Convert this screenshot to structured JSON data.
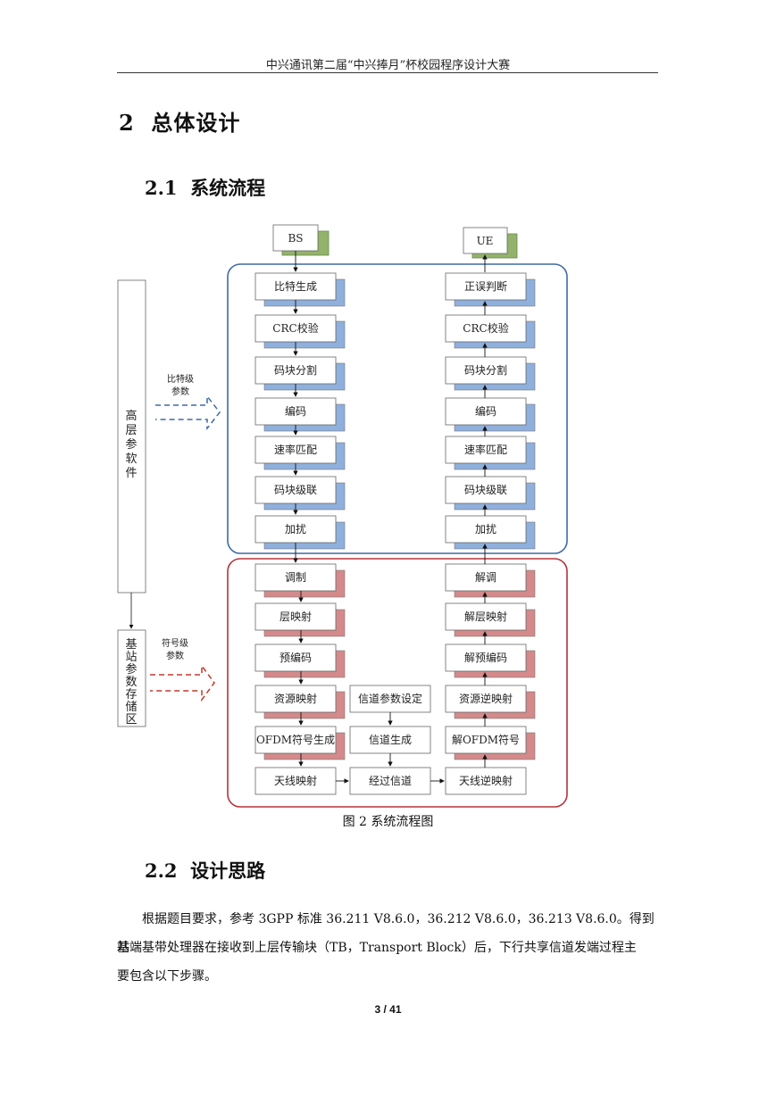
{
  "header": {
    "title": "中兴通讯第二届“中兴捧月”杯校园程序设计大赛"
  },
  "section": {
    "number": "2",
    "title": "总体设计"
  },
  "subsection_1": {
    "number": "2.1",
    "title": "系统流程"
  },
  "figure": {
    "caption": "图 2  系统流程图",
    "bs_label": "BS",
    "ue_label": "UE",
    "tx_bit_blocks": [
      "比特生成",
      "CRC校验",
      "码块分割",
      "编码",
      "速率匹配",
      "码块级联",
      "加扰"
    ],
    "rx_bit_blocks": [
      "正误判断",
      "CRC校验",
      "码块分割",
      "编码",
      "速率匹配",
      "码块级联",
      "加扰"
    ],
    "tx_symbol_blocks": [
      "调制",
      "层映射",
      "预编码",
      "资源映射",
      "OFDM符号生成",
      "天线映射"
    ],
    "rx_symbol_blocks": [
      "解调",
      "解层映射",
      "解预编码",
      "资源逆映射",
      "解OFDM符号",
      "天线逆映射"
    ],
    "channel_blocks": [
      "信道参数设定",
      "信道生成",
      "经过信道"
    ],
    "upper_software": [
      "高",
      "层",
      "参",
      "软",
      "件"
    ],
    "bs_storage": [
      "基",
      "站",
      "参",
      "数",
      "存",
      "储",
      "区"
    ],
    "bit_param_label": [
      "比特级",
      "参数"
    ],
    "symbol_param_label": [
      "符号级",
      "参数"
    ],
    "colors": {
      "bit_frame": "#3e6aa3",
      "symbol_frame": "#b5333a",
      "bit_shadow": "#8fb0dd",
      "symbol_shadow": "#d48a8a",
      "bs_shadow": "#93b26b",
      "bit_arrow": "#3e6aa3",
      "symbol_arrow": "#c0392b"
    }
  },
  "subsection_2": {
    "number": "2.2",
    "title": "设计思路"
  },
  "paragraph": {
    "line1": "根据题目要求，参考 3GPP 标准 36.211 V8.6.0，36.212 V8.6.0，36.213 V8.6.0。得到基",
    "line2": "站端基带处理器在接收到上层传输块（TB，Transport Block）后，下行共享信道发端过程主",
    "line3": "要包含以下步骤。"
  },
  "footer": {
    "page": "3 / 41"
  }
}
